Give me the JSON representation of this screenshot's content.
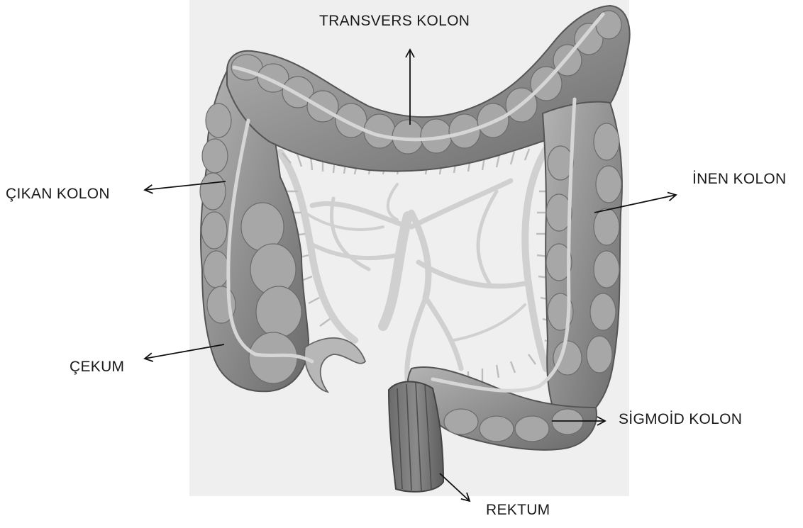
{
  "labels": {
    "transverse": "TRANSVERS KOLON",
    "ascending": "ÇIKAN KOLON",
    "descending": "İNEN KOLON",
    "cecum": "ÇEKUM",
    "sigmoid": "SİGMOİD KOLON",
    "rectum": "REKTUM"
  },
  "colors": {
    "background": "#ffffff",
    "plate": "#eeeeee",
    "colon_fill": "#9e9e9e",
    "colon_dark": "#5e5e5e",
    "vessel": "#c9c9c9",
    "arrow": "#111111"
  }
}
